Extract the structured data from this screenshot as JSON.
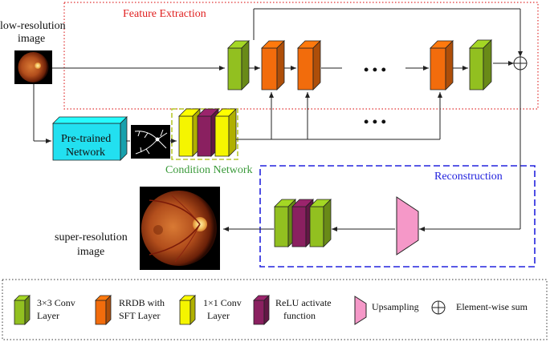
{
  "title_feature": "Feature Extraction",
  "title_condition": "Condition Network",
  "title_reconstruction": "Reconstruction",
  "input_label_line1": "low-resolution",
  "input_label_line2": "image",
  "output_label_line1": "super-resolution",
  "output_label_line2": "image",
  "pretrained_line1": "Pre-trained",
  "pretrained_line2": "Network",
  "dots": "• • •",
  "legend": {
    "conv3_line1": "3×3 Conv",
    "conv3_line2": "Layer",
    "rrdb_line1": "RRDB with",
    "rrdb_line2": "SFT Layer",
    "conv1_line1": "1×1 Conv",
    "conv1_line2": "Layer",
    "relu_line1": "ReLU activate",
    "relu_line2": "function",
    "upsampling": "Upsampling",
    "sum": "Element-wise sum"
  },
  "colors": {
    "conv3": "#92c020",
    "rrdb": "#f26c0c",
    "conv1": "#f5f500",
    "relu": "#8a2060",
    "upsample": "#f598c8",
    "pretrained": "#22e0f0",
    "feature_border": "#e03030",
    "feature_title": "#e02020",
    "condition_border": "#b8c830",
    "condition_title": "#3a9a3a",
    "recon_border": "#2222dd",
    "recon_title": "#2222dd"
  }
}
